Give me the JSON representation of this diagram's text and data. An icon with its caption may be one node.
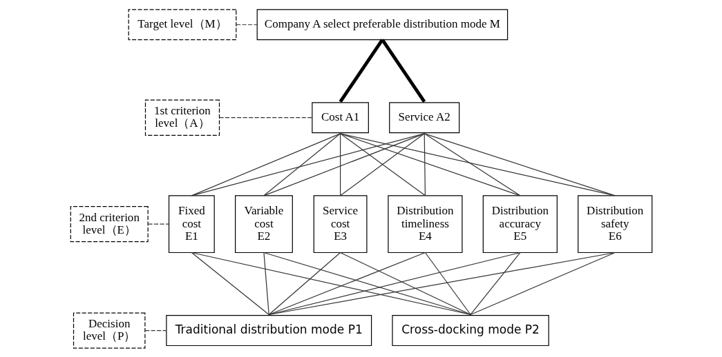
{
  "diagram": {
    "nodes": [
      {
        "text": [
          "Target level（M）"
        ]
      },
      {
        "text": [
          "Company A select preferable distribution mode M"
        ]
      },
      {
        "text": [
          "1st criterion level（A）"
        ]
      },
      {
        "text": [
          "Cost A1"
        ]
      },
      {
        "text": [
          "Service A2"
        ]
      },
      {
        "text": [
          "2nd criterion level（E）"
        ]
      },
      {
        "text": [
          "Fixed cost E1"
        ]
      },
      {
        "text": [
          "Variable cost E2"
        ]
      },
      {
        "text": [
          "Service cost E3"
        ]
      },
      {
        "text": [
          "Distribution timeliness E4"
        ]
      },
      {
        "text": [
          "Distribution accuracy E5"
        ]
      },
      {
        "text": [
          "Distribution safety E6"
        ]
      },
      {
        "text": [
          "Decision level（P）"
        ]
      },
      {
        "text": [
          "Traditional distribution mode P1"
        ]
      },
      {
        "text": [
          "Cross-docking mode P2"
        ]
      }
    ],
    "edges": [
      {
        "from": 0,
        "to": 1,
        "arrow": "none",
        "style": "dashed"
      },
      {
        "from": 1,
        "to": 3,
        "arrow": "none",
        "style": "thick"
      },
      {
        "from": 1,
        "to": 4,
        "arrow": "none",
        "style": "thick"
      },
      {
        "from": 2,
        "to": 3,
        "arrow": "none",
        "style": "dashed"
      },
      {
        "from": 3,
        "to": 6,
        "arrow": "none"
      },
      {
        "from": 3,
        "to": 7,
        "arrow": "none"
      },
      {
        "from": 3,
        "to": 8,
        "arrow": "none"
      },
      {
        "from": 3,
        "to": 9,
        "arrow": "none"
      },
      {
        "from": 3,
        "to": 10,
        "arrow": "none"
      },
      {
        "from": 3,
        "to": 11,
        "arrow": "none"
      },
      {
        "from": 4,
        "to": 6,
        "arrow": "none"
      },
      {
        "from": 4,
        "to": 7,
        "arrow": "none"
      },
      {
        "from": 4,
        "to": 8,
        "arrow": "none"
      },
      {
        "from": 4,
        "to": 9,
        "arrow": "none"
      },
      {
        "from": 4,
        "to": 10,
        "arrow": "none"
      },
      {
        "from": 4,
        "to": 11,
        "arrow": "none"
      },
      {
        "from": 5,
        "to": 6,
        "arrow": "none",
        "style": "dashed"
      },
      {
        "from": 6,
        "to": 13,
        "arrow": "none"
      },
      {
        "from": 6,
        "to": 14,
        "arrow": "none"
      },
      {
        "from": 7,
        "to": 13,
        "arrow": "none"
      },
      {
        "from": 7,
        "to": 14,
        "arrow": "none"
      },
      {
        "from": 8,
        "to": 13,
        "arrow": "none"
      },
      {
        "from": 8,
        "to": 14,
        "arrow": "none"
      },
      {
        "from": 9,
        "to": 13,
        "arrow": "none"
      },
      {
        "from": 9,
        "to": 14,
        "arrow": "none"
      },
      {
        "from": 10,
        "to": 13,
        "arrow": "none"
      },
      {
        "from": 10,
        "to": 14,
        "arrow": "none"
      },
      {
        "from": 11,
        "to": 13,
        "arrow": "none"
      },
      {
        "from": 11,
        "to": 14,
        "arrow": "none"
      },
      {
        "from": 12,
        "to": 13,
        "arrow": "none",
        "style": "dashed"
      }
    ]
  }
}
